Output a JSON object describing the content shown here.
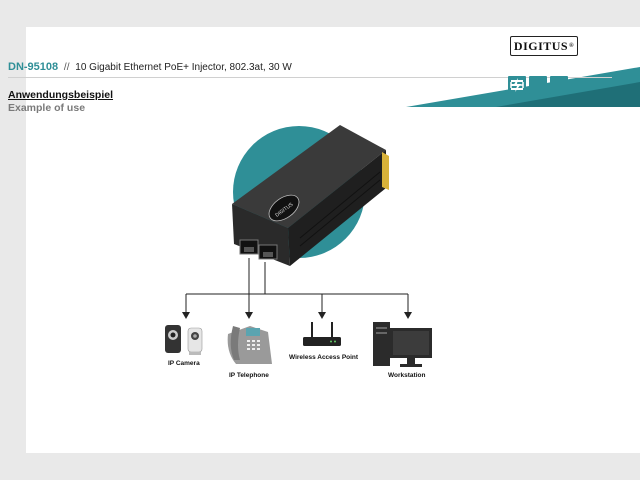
{
  "brand": {
    "logo_text": "DIGITUS",
    "logo_mark": "®",
    "device_label": "DIGITUS"
  },
  "header": {
    "product_code": "DN-95108",
    "separator": "//",
    "product_title": "10 Gigabit Ethernet PoE+ Injector, 802.3at, 30 W"
  },
  "section": {
    "title_de": "Anwendungsbeispiel",
    "title_en": "Example of use"
  },
  "badges": [
    {
      "icon": "multi-gigabit-badge-icon"
    },
    {
      "icon": "poe-plus-badge-icon"
    },
    {
      "icon": "distance-100m-badge-icon"
    }
  ],
  "devices": [
    {
      "label": "IP Camera",
      "icon": "ip-camera-icon"
    },
    {
      "label": "IP Telephone",
      "icon": "ip-telephone-icon"
    },
    {
      "label": "Wireless Access Point",
      "icon": "wireless-access-point-icon"
    },
    {
      "label": "Workstation",
      "icon": "workstation-icon"
    }
  ],
  "colors": {
    "accent": "#2f8f97",
    "device": "#2b2b2b",
    "circle": "#2f8f97"
  }
}
